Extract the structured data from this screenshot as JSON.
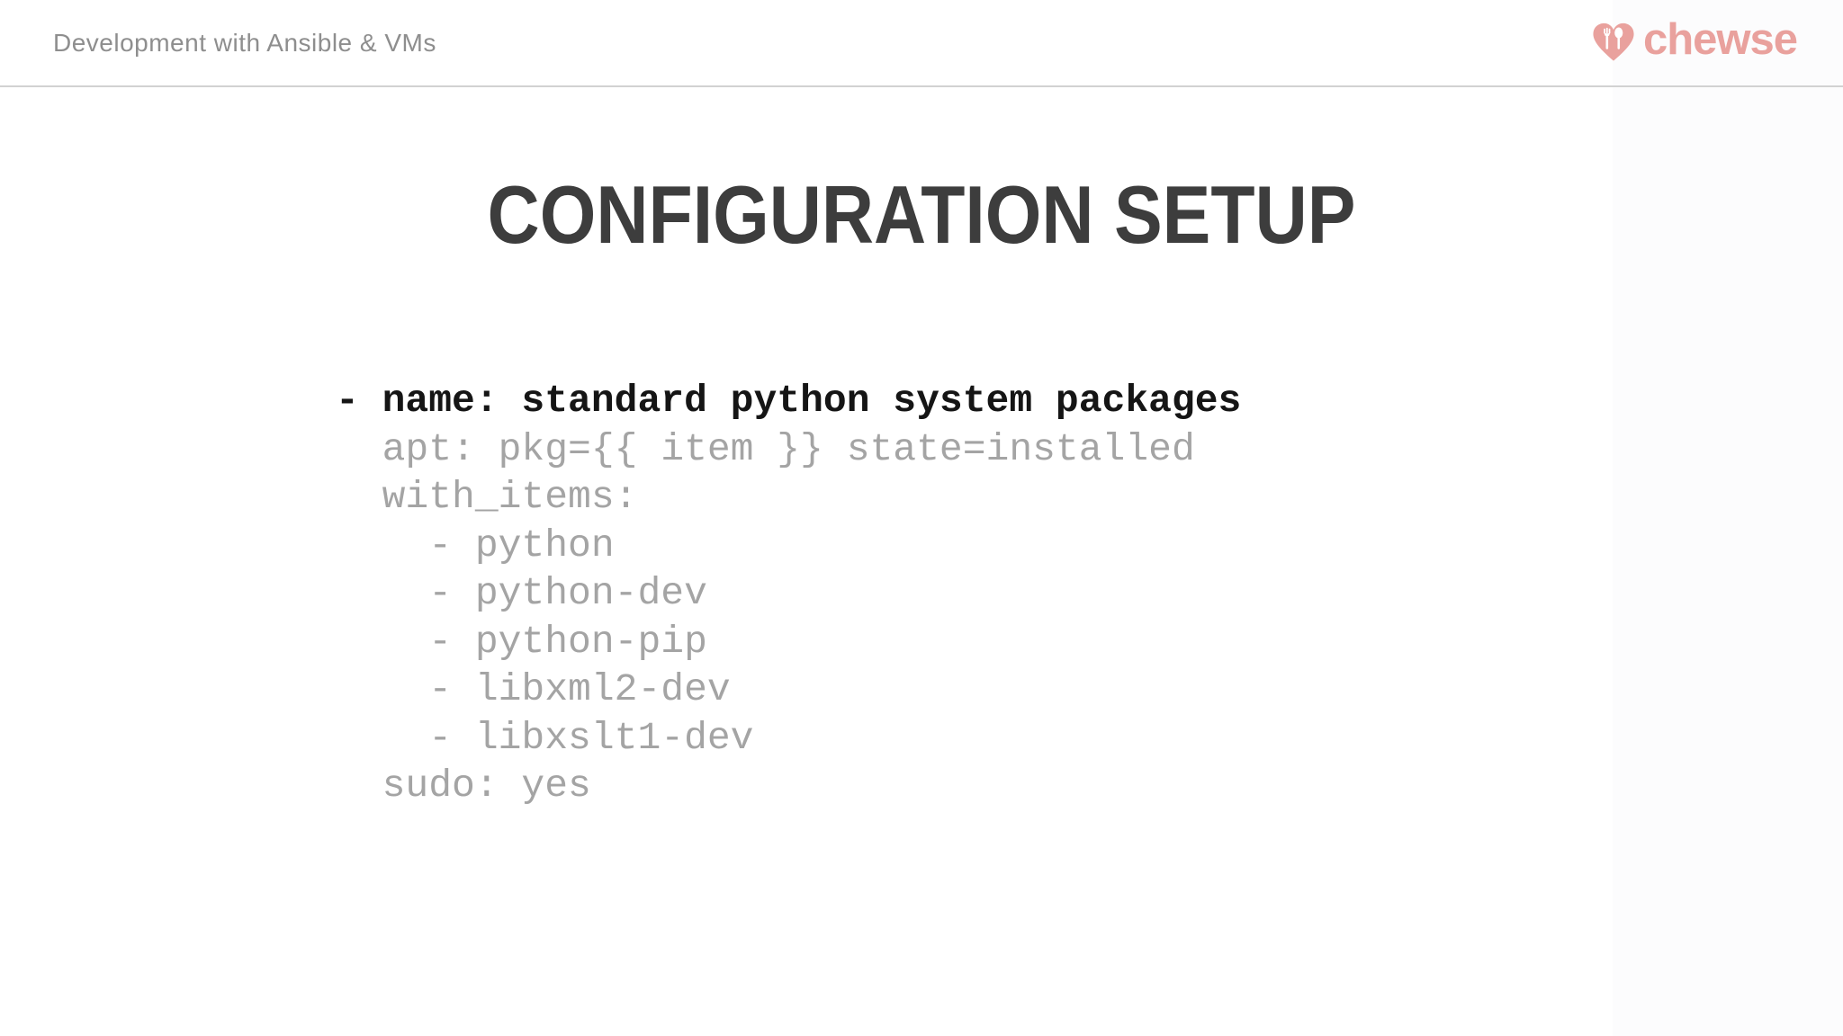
{
  "header": {
    "deck_title": "Development with Ansible & VMs",
    "logo": {
      "text": "chewse",
      "icon": "heart-with-fork-and-spoon",
      "brand_color": "#e9a19d"
    }
  },
  "slide": {
    "title": "CONFIGURATION SETUP",
    "title_color": "#3d3d3d"
  },
  "code": {
    "language": "yaml",
    "emphasis_color": "#151515",
    "muted_color": "#a4a4a4",
    "lines": [
      {
        "text": "- name: standard python system packages"
      },
      {
        "text": "  apt: pkg={{ item }} state=installed"
      },
      {
        "text": "  with_items:"
      },
      {
        "text": "    - python"
      },
      {
        "text": "    - python-dev"
      },
      {
        "text": "    - python-pip"
      },
      {
        "text": "    - libxml2-dev"
      },
      {
        "text": "    - libxslt1-dev"
      },
      {
        "text": "  sudo: yes"
      }
    ]
  }
}
